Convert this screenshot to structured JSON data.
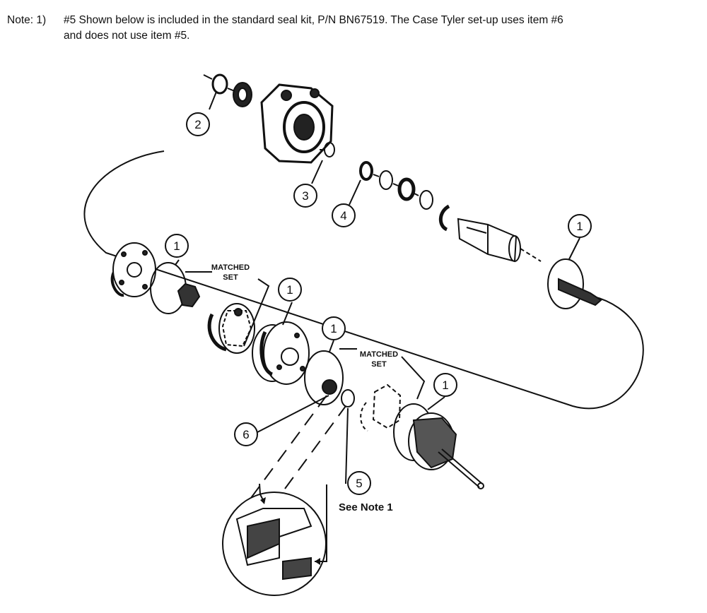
{
  "note": {
    "prefix": "Note: 1)",
    "line1": "#5 Shown below is included in the standard seal kit, P/N BN67519.  The Case Tyler set-up uses item #6",
    "line2": "and does not use item #5."
  },
  "callouts": {
    "c1a": "1",
    "c1b": "1",
    "c1c": "1",
    "c1d": "1",
    "c1e": "1",
    "c2": "2",
    "c3": "3",
    "c4": "4",
    "c5": "5",
    "c6": "6"
  },
  "matched_set_1": {
    "line1": "MATCHED",
    "line2": "SET"
  },
  "matched_set_2": {
    "line1": "MATCHED",
    "line2": "SET"
  },
  "see_note": "See Note 1"
}
